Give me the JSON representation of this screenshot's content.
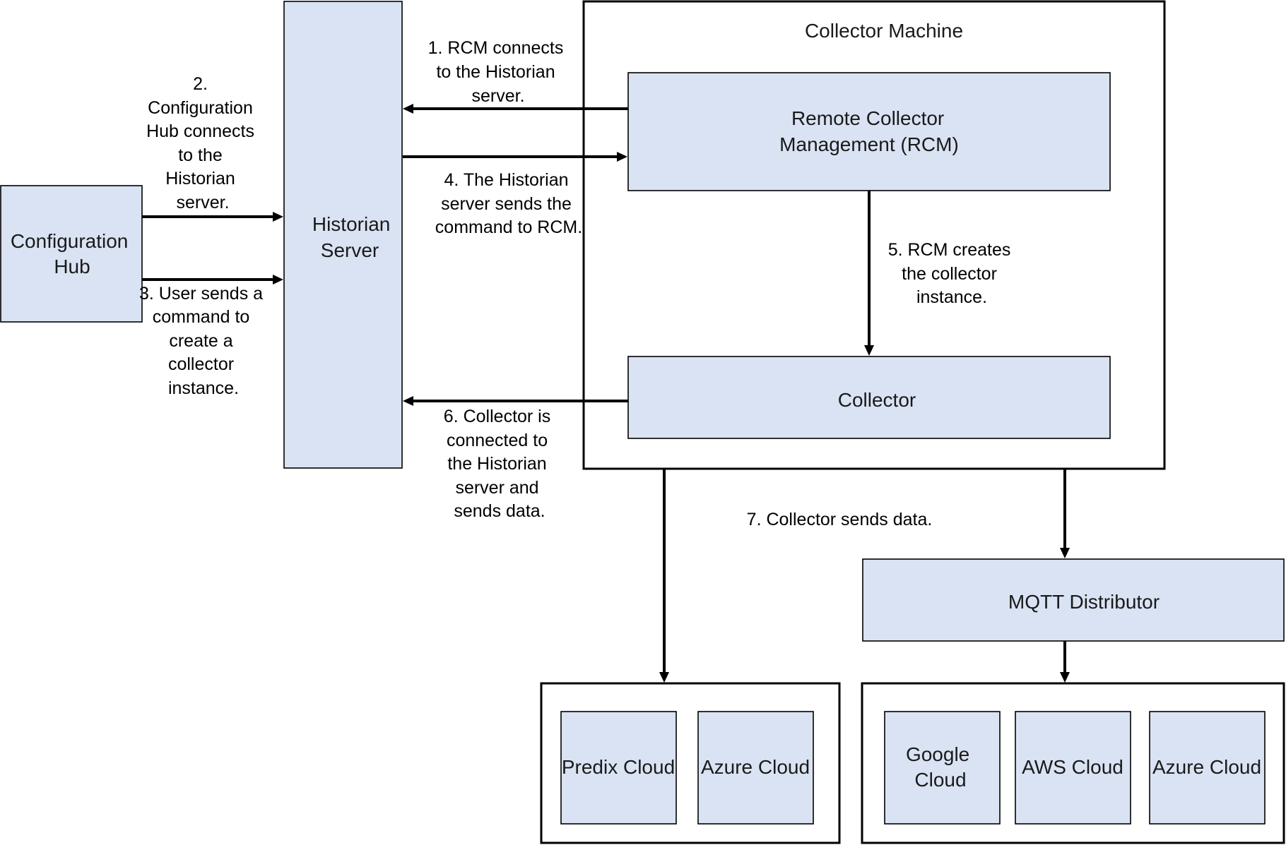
{
  "colors": {
    "node_fill": "#dae3f3",
    "stroke": "#000000",
    "background": "#ffffff"
  },
  "nodes": {
    "configuration_hub": [
      "Configuration",
      "Hub"
    ],
    "historian_server": [
      "Historian",
      "Server"
    ],
    "collector_machine": "Collector Machine",
    "rcm": [
      "Remote Collector",
      "Management (RCM)"
    ],
    "collector": "Collector",
    "mqtt_distributor": "MQTT Distributor",
    "predix_cloud": "Predix Cloud",
    "azure_cloud_left": "Azure Cloud",
    "google_cloud": [
      "Google",
      "Cloud"
    ],
    "aws_cloud": "AWS Cloud",
    "azure_cloud_right": "Azure Cloud"
  },
  "steps": {
    "step1": [
      "1. RCM connects",
      "to the Historian",
      "server."
    ],
    "step2": [
      "2.",
      "Configuration",
      "Hub connects",
      "to the",
      "Historian",
      "server."
    ],
    "step3": [
      "3. User sends a",
      "command to",
      "create a",
      "collector",
      "instance."
    ],
    "step4": [
      "4. The Historian",
      "server sends the",
      "command to RCM."
    ],
    "step5": [
      "5. RCM creates",
      "the collector",
      "instance."
    ],
    "step6": [
      "6. Collector is",
      "connected to",
      "the Historian",
      "server and",
      "sends data."
    ],
    "step7": "7. Collector sends data."
  }
}
